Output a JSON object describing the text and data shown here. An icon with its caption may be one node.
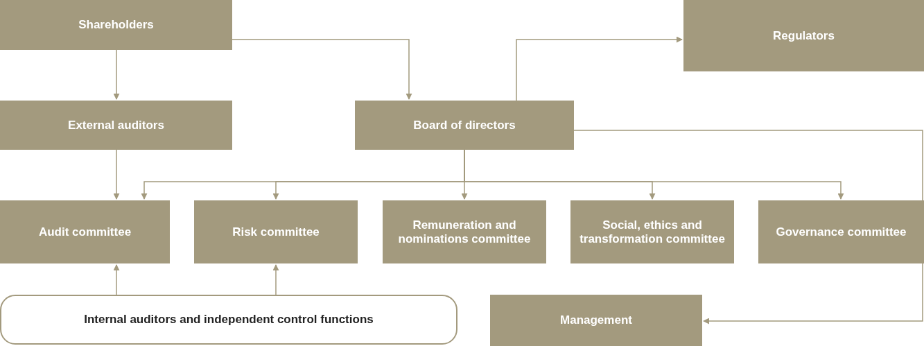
{
  "diagram": {
    "nodes": [
      {
        "text": [
          "Shareholders"
        ]
      },
      {
        "text": [
          "Regulators"
        ]
      },
      {
        "text": [
          "External auditors"
        ]
      },
      {
        "text": [
          "Board of directors"
        ]
      },
      {
        "text": [
          "Audit committee"
        ]
      },
      {
        "text": [
          "Risk committee"
        ]
      },
      {
        "text": [
          "Remuneration and nominations committee"
        ]
      },
      {
        "text": [
          "Social, ethics and transformation committee"
        ]
      },
      {
        "text": [
          "Governance committee"
        ]
      },
      {
        "text": [
          "Internal auditors and independent control functions"
        ]
      },
      {
        "text": [
          "Management"
        ]
      }
    ],
    "edges": [
      {
        "from": 0,
        "to": 2,
        "arrow": "to"
      },
      {
        "from": 0,
        "to": 3,
        "arrow": "to"
      },
      {
        "from": 3,
        "to": 1,
        "arrow": "to"
      },
      {
        "from": 3,
        "to": 10,
        "arrow": "to"
      },
      {
        "from": 2,
        "to": 4,
        "arrow": "to"
      },
      {
        "from": 3,
        "to": 4,
        "arrow": "to"
      },
      {
        "from": 3,
        "to": 5,
        "arrow": "to"
      },
      {
        "from": 3,
        "to": 6,
        "arrow": "to"
      },
      {
        "from": 3,
        "to": 7,
        "arrow": "to"
      },
      {
        "from": 3,
        "to": 8,
        "arrow": "to"
      },
      {
        "from": 9,
        "to": 4,
        "arrow": "to"
      },
      {
        "from": 9,
        "to": 5,
        "arrow": "to"
      }
    ]
  }
}
